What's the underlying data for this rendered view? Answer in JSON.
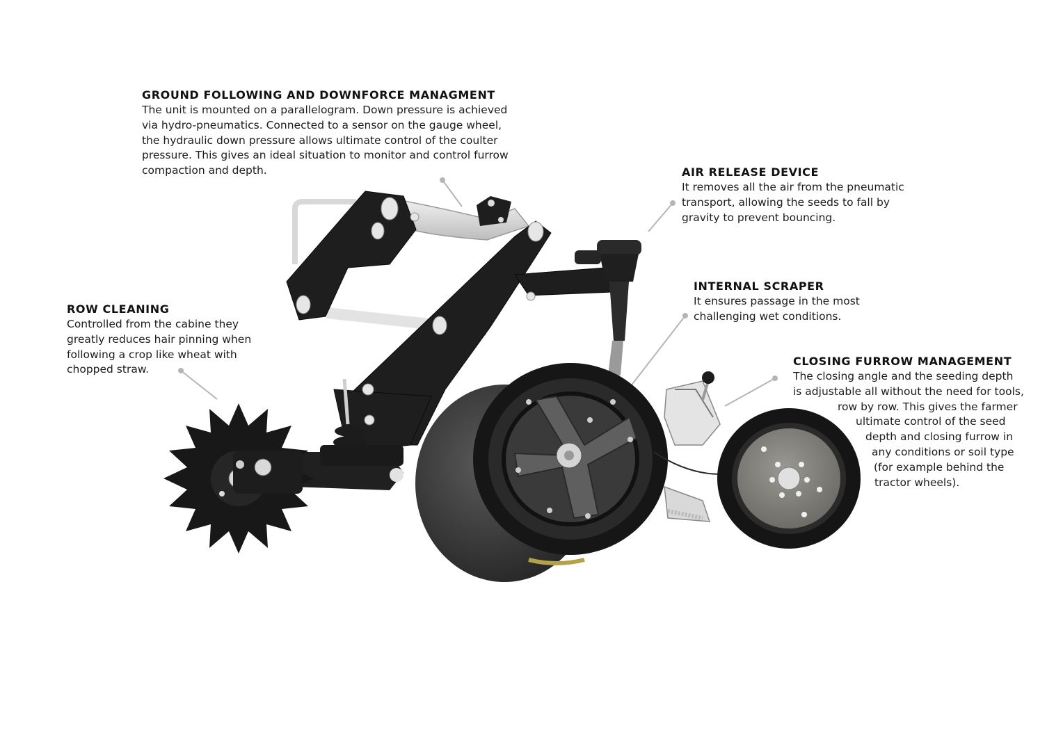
{
  "callouts": {
    "ground": {
      "title": "GROUND FOLLOWING AND DOWNFORCE MANAGMENT",
      "lines": [
        "The unit is mounted on a parallelogram. Down pressure is achieved",
        "via hydro-pneumatics. Connected to a sensor on the gauge wheel,",
        "the hydraulic down pressure allows ultimate control of the coulter",
        "pressure. This gives an ideal situation to monitor and control furrow",
        "compaction and depth."
      ]
    },
    "air": {
      "title": "AIR RELEASE DEVICE",
      "lines": [
        "It removes all the air from the pneumatic",
        "transport, allowing the seeds to fall by",
        "gravity to prevent bouncing."
      ]
    },
    "scraper": {
      "title": "INTERNAL SCRAPER",
      "lines": [
        "It ensures passage in the most",
        "challenging wet conditions."
      ]
    },
    "row": {
      "title": "ROW CLEANING",
      "lines": [
        "Controlled from the cabine they",
        "greatly reduces hair pinning when",
        "following a crop like wheat with",
        "chopped straw."
      ]
    },
    "closing": {
      "title": "CLOSING FURROW MANAGEMENT",
      "lines": [
        "The closing angle and the seeding depth",
        "is adjustable all without the need for tools,",
        "row by row. This gives the farmer",
        "ultimate control of the seed",
        "depth and closing furrow in",
        "any conditions or soil type",
        "(for example behind the",
        "tractor wheels)."
      ]
    }
  }
}
